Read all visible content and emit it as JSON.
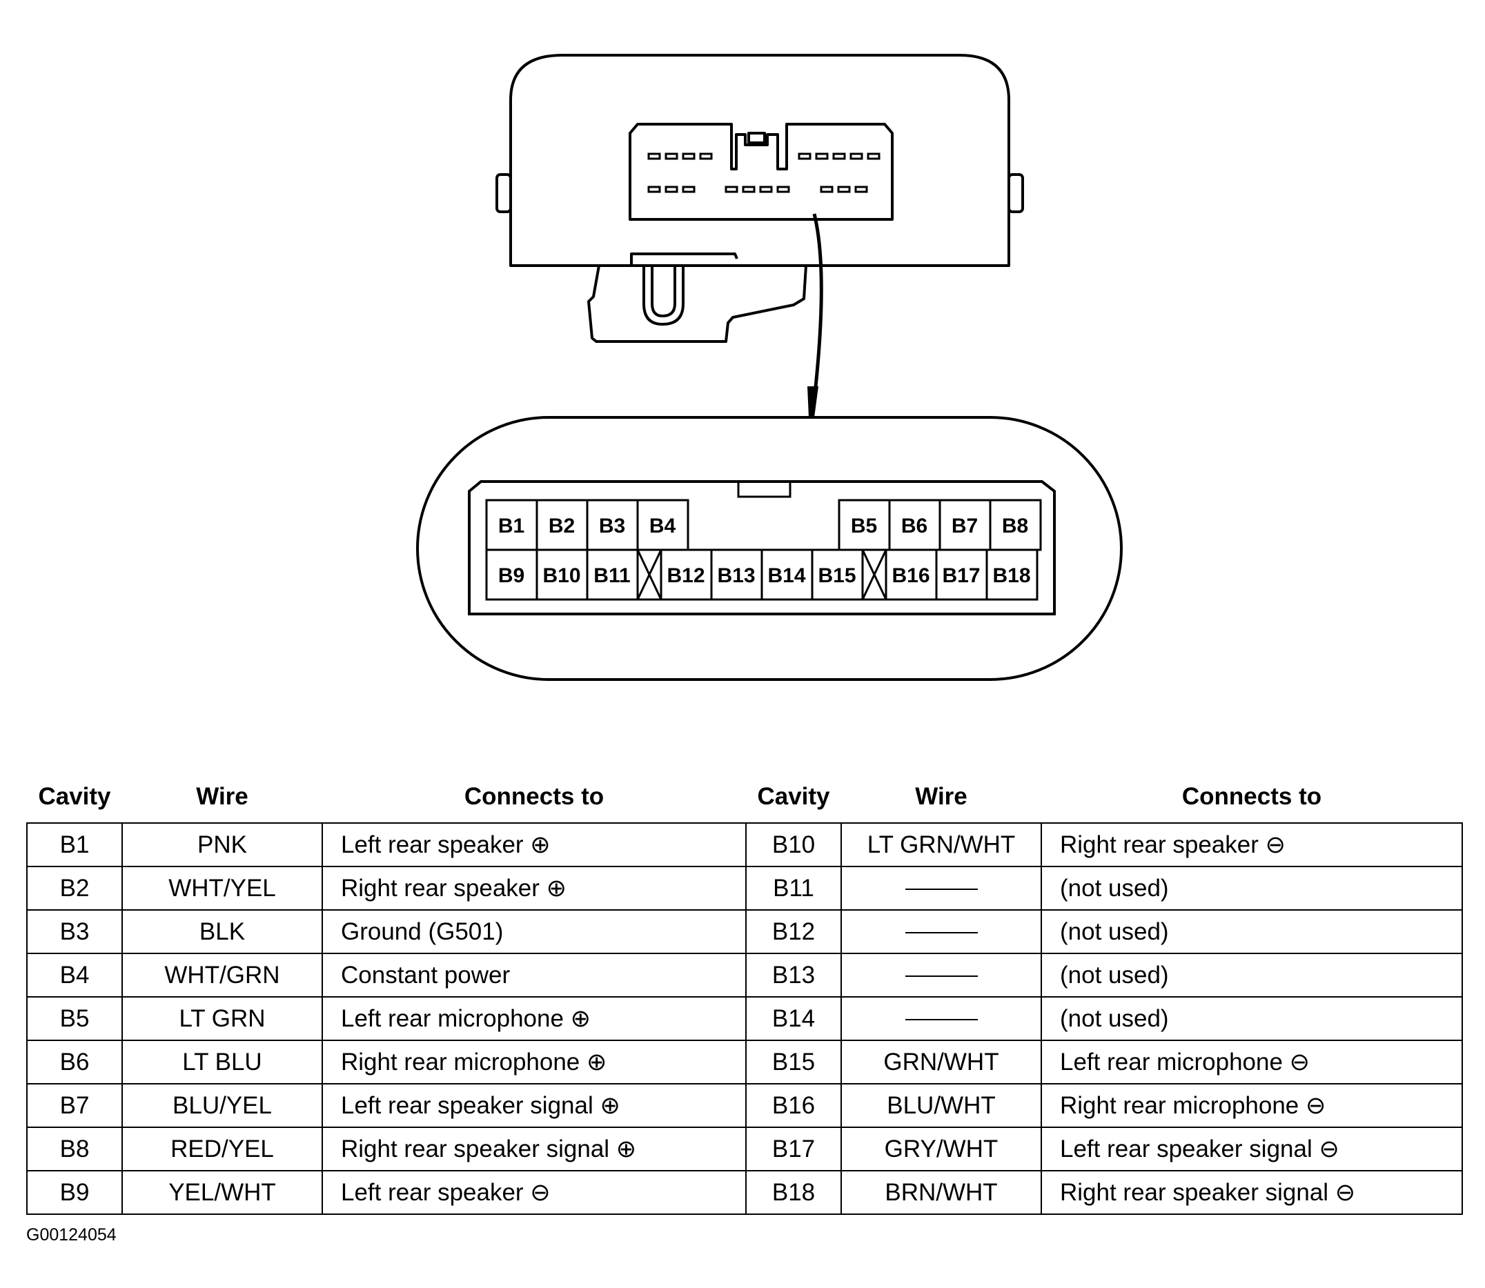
{
  "diagram": {
    "top_row": [
      "B1",
      "B2",
      "B3",
      "B4",
      "B5",
      "B6",
      "B7",
      "B8"
    ],
    "bottom_row": [
      "B9",
      "B10",
      "B11",
      "B12",
      "B13",
      "B14",
      "B15",
      "B16",
      "B17",
      "B18"
    ]
  },
  "table": {
    "headers": [
      "Cavity",
      "Wire",
      "Connects to",
      "Cavity",
      "Wire",
      "Connects to"
    ],
    "rows": [
      {
        "c1": "B1",
        "w1": "PNK",
        "t1": "Left rear speaker ⊕",
        "c2": "B10",
        "w2": "LT GRN/WHT",
        "t2": "Right rear speaker ⊖"
      },
      {
        "c1": "B2",
        "w1": "WHT/YEL",
        "t1": "Right rear speaker ⊕",
        "c2": "B11",
        "w2": "",
        "t2": "(not used)"
      },
      {
        "c1": "B3",
        "w1": "BLK",
        "t1": "Ground (G501)",
        "c2": "B12",
        "w2": "",
        "t2": "(not used)"
      },
      {
        "c1": "B4",
        "w1": "WHT/GRN",
        "t1": "Constant power",
        "c2": "B13",
        "w2": "",
        "t2": "(not used)"
      },
      {
        "c1": "B5",
        "w1": "LT GRN",
        "t1": "Left rear microphone ⊕",
        "c2": "B14",
        "w2": "",
        "t2": "(not used)"
      },
      {
        "c1": "B6",
        "w1": "LT BLU",
        "t1": "Right rear microphone ⊕",
        "c2": "B15",
        "w2": "GRN/WHT",
        "t2": "Left rear microphone ⊖"
      },
      {
        "c1": "B7",
        "w1": "BLU/YEL",
        "t1": "Left rear speaker signal ⊕",
        "c2": "B16",
        "w2": "BLU/WHT",
        "t2": "Right rear microphone ⊖"
      },
      {
        "c1": "B8",
        "w1": "RED/YEL",
        "t1": "Right rear speaker signal ⊕",
        "c2": "B17",
        "w2": "GRY/WHT",
        "t2": "Left rear speaker signal ⊖"
      },
      {
        "c1": "B9",
        "w1": "YEL/WHT",
        "t1": "Left rear speaker ⊖",
        "c2": "B18",
        "w2": "BRN/WHT",
        "t2": "Right rear speaker signal ⊖"
      }
    ]
  },
  "footer": {
    "code": "G00124054"
  }
}
